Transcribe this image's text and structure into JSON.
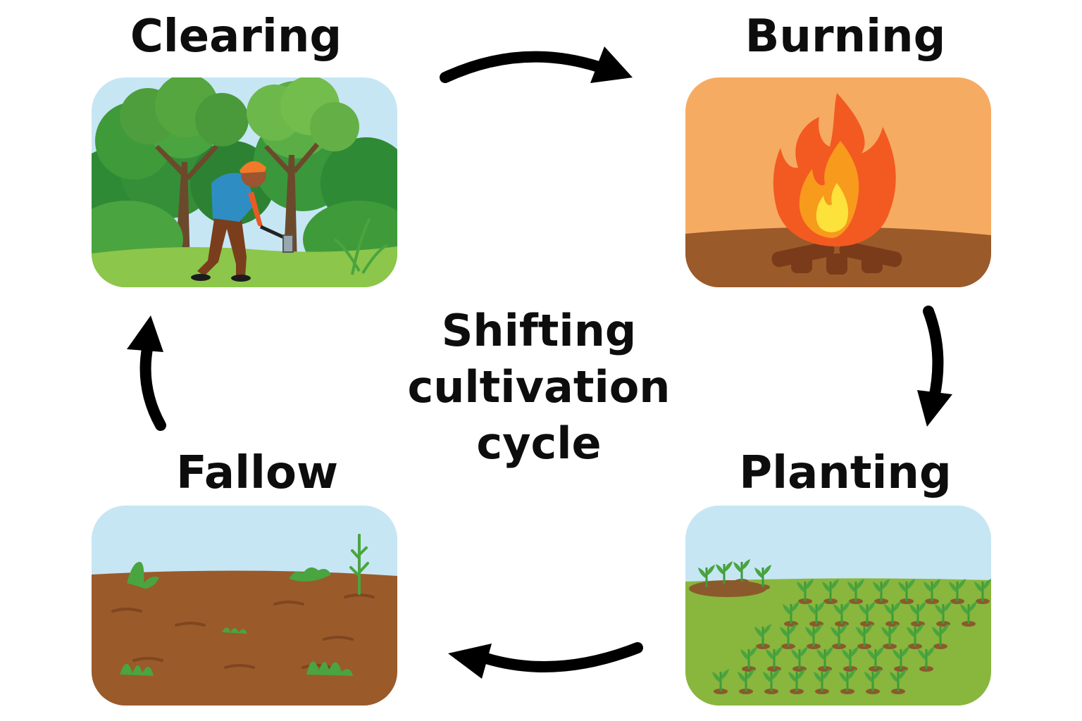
{
  "diagram": {
    "center_title": [
      "Shifting",
      "cultivation",
      "cycle"
    ],
    "stages": {
      "clearing": "Clearing",
      "burning": "Burning",
      "planting": "Planting",
      "fallow": "Fallow"
    },
    "flow": [
      "Clearing",
      "Burning",
      "Planting",
      "Fallow",
      "Clearing"
    ],
    "colors": {
      "sky": "#c6e6f4",
      "forest_green": "#3f9a3a",
      "burning_bg": "#f6ab62",
      "soil": "#9a5a2a",
      "flame": "#f25a21",
      "grass": "#89b63d",
      "arrow": "#000000"
    }
  }
}
